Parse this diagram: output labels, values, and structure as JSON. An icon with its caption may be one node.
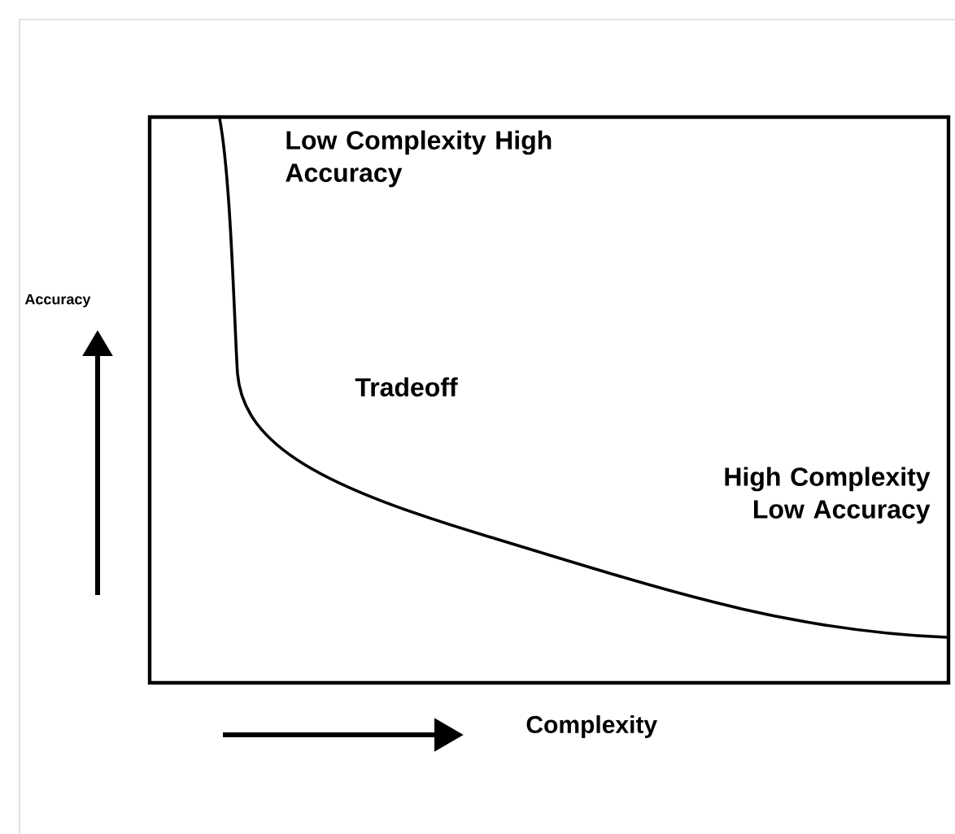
{
  "diagram": {
    "labels": [
      "Low Complexity High Accuracy",
      "Accuracy",
      "Tradeoff",
      "High Complexity Low Accuracy",
      "Complexity"
    ]
  }
}
